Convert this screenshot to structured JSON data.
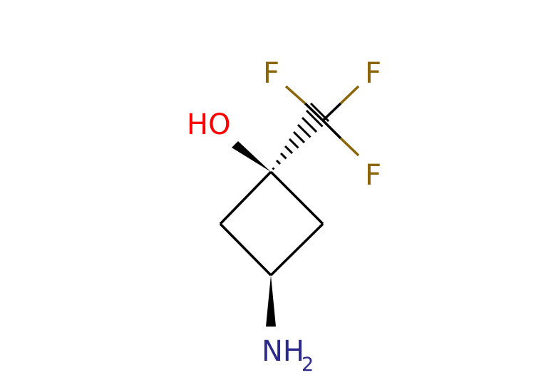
{
  "molecule": {
    "atoms": {
      "hydroxyl": {
        "label": "HO",
        "color": "#FF0000"
      },
      "fluorine_1": {
        "label": "F",
        "color": "#8B6508"
      },
      "fluorine_2": {
        "label": "F",
        "color": "#8B6508"
      },
      "fluorine_3": {
        "label": "F",
        "color": "#8B6508"
      },
      "amine": {
        "label": "NH",
        "subscript": "2",
        "color": "#2B2A8C"
      }
    },
    "bond_color": "#000000"
  }
}
